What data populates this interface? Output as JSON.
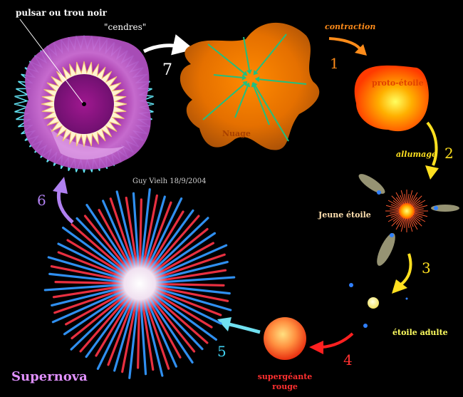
{
  "credit": "Guy Vielh 18/9/2004",
  "labels": {
    "pulsar": "pulsar ou trou noir",
    "cendres": "\"cendres\"",
    "nuage": "Nuage",
    "contraction": "contraction",
    "proto": "proto-étoile",
    "allumage": "allumage",
    "jeune": "Jeune  étoile",
    "adulte": "étoile  adulte",
    "superg1": "supergéante",
    "superg2": "rouge",
    "supernova": "Supernova"
  },
  "steps": {
    "s1": "1",
    "s2": "2",
    "s3": "3",
    "s4": "4",
    "s5": "5",
    "s6": "6",
    "s7": "7"
  },
  "colors": {
    "background": "#000000",
    "cloud": "#e07a10",
    "cloud_arrows": "#20c080",
    "step1": "#ff8c1a",
    "step2": "#ffe020",
    "step3": "#ffe020",
    "step4": "#ff2020",
    "step5": "#70e0f0",
    "step6": "#b080f0",
    "step7": "#ffffff",
    "supernova_label": "#e090ff",
    "supergiant_label": "#ff3030",
    "adult_label": "#ffff60",
    "young_label": "#ffe0b0"
  }
}
